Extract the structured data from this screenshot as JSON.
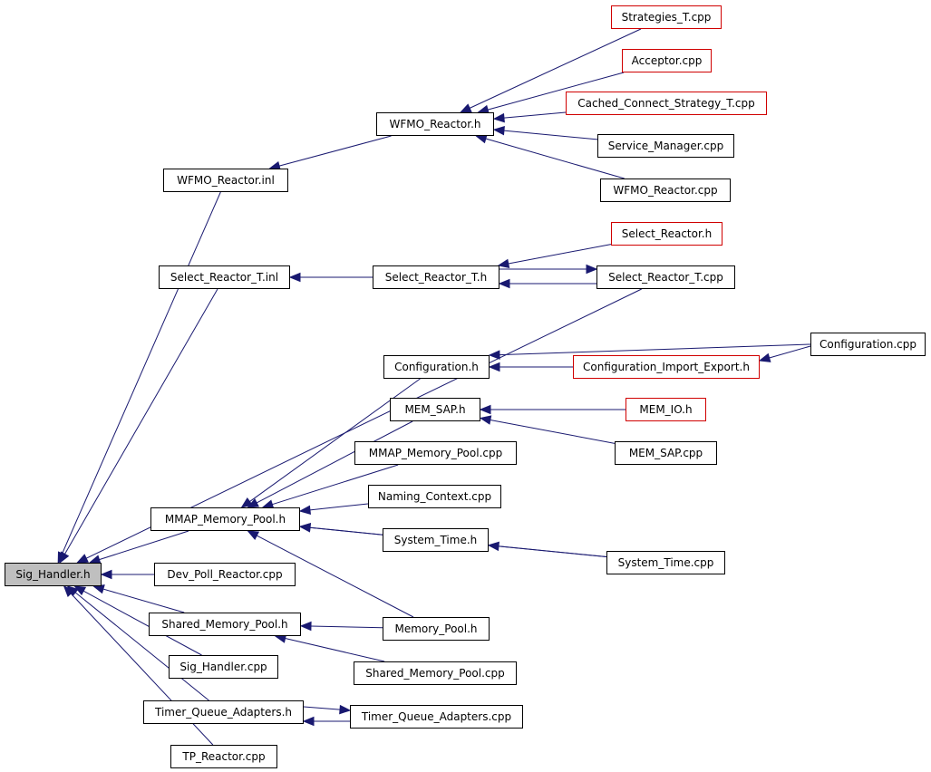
{
  "diagram": {
    "colors": {
      "edge": "#191970",
      "node_border": "#000000",
      "link_border": "#d00000",
      "root_fill": "#bfbfbf"
    },
    "nodes": [
      {
        "id": "sig_handler_h",
        "label": "Sig_Handler.h",
        "style": "root"
      },
      {
        "id": "wfmo_reactor_inl",
        "label": "WFMO_Reactor.inl",
        "style": "normal"
      },
      {
        "id": "wfmo_reactor_h",
        "label": "WFMO_Reactor.h",
        "style": "normal"
      },
      {
        "id": "strategies_t_cpp",
        "label": "Strategies_T.cpp",
        "style": "red"
      },
      {
        "id": "acceptor_cpp",
        "label": "Acceptor.cpp",
        "style": "red"
      },
      {
        "id": "cached_connect_strategy_t_cpp",
        "label": "Cached_Connect_Strategy_T.cpp",
        "style": "red"
      },
      {
        "id": "service_manager_cpp",
        "label": "Service_Manager.cpp",
        "style": "normal"
      },
      {
        "id": "wfmo_reactor_cpp",
        "label": "WFMO_Reactor.cpp",
        "style": "normal"
      },
      {
        "id": "select_reactor_t_inl",
        "label": "Select_Reactor_T.inl",
        "style": "normal"
      },
      {
        "id": "select_reactor_t_h",
        "label": "Select_Reactor_T.h",
        "style": "normal"
      },
      {
        "id": "select_reactor_h",
        "label": "Select_Reactor.h",
        "style": "red"
      },
      {
        "id": "select_reactor_t_cpp",
        "label": "Select_Reactor_T.cpp",
        "style": "normal"
      },
      {
        "id": "configuration_h",
        "label": "Configuration.h",
        "style": "normal"
      },
      {
        "id": "configuration_import_export_h",
        "label": "Configuration_Import_Export.h",
        "style": "red"
      },
      {
        "id": "configuration_cpp",
        "label": "Configuration.cpp",
        "style": "normal"
      },
      {
        "id": "mem_sap_h",
        "label": "MEM_SAP.h",
        "style": "normal"
      },
      {
        "id": "mem_io_h",
        "label": "MEM_IO.h",
        "style": "red"
      },
      {
        "id": "mem_sap_cpp",
        "label": "MEM_SAP.cpp",
        "style": "normal"
      },
      {
        "id": "mmap_memory_pool_cpp",
        "label": "MMAP_Memory_Pool.cpp",
        "style": "normal"
      },
      {
        "id": "naming_context_cpp",
        "label": "Naming_Context.cpp",
        "style": "normal"
      },
      {
        "id": "mmap_memory_pool_h",
        "label": "MMAP_Memory_Pool.h",
        "style": "normal"
      },
      {
        "id": "system_time_h",
        "label": "System_Time.h",
        "style": "normal"
      },
      {
        "id": "system_time_cpp",
        "label": "System_Time.cpp",
        "style": "normal"
      },
      {
        "id": "dev_poll_reactor_cpp",
        "label": "Dev_Poll_Reactor.cpp",
        "style": "normal"
      },
      {
        "id": "shared_memory_pool_h",
        "label": "Shared_Memory_Pool.h",
        "style": "normal"
      },
      {
        "id": "memory_pool_h",
        "label": "Memory_Pool.h",
        "style": "normal"
      },
      {
        "id": "sig_handler_cpp",
        "label": "Sig_Handler.cpp",
        "style": "normal"
      },
      {
        "id": "shared_memory_pool_cpp",
        "label": "Shared_Memory_Pool.cpp",
        "style": "normal"
      },
      {
        "id": "timer_queue_adapters_h",
        "label": "Timer_Queue_Adapters.h",
        "style": "normal"
      },
      {
        "id": "timer_queue_adapters_cpp",
        "label": "Timer_Queue_Adapters.cpp",
        "style": "normal"
      },
      {
        "id": "tp_reactor_cpp",
        "label": "TP_Reactor.cpp",
        "style": "normal"
      }
    ],
    "edges": [
      {
        "from": "wfmo_reactor_inl",
        "to": "sig_handler_h"
      },
      {
        "from": "wfmo_reactor_h",
        "to": "wfmo_reactor_inl"
      },
      {
        "from": "strategies_t_cpp",
        "to": "wfmo_reactor_h"
      },
      {
        "from": "acceptor_cpp",
        "to": "wfmo_reactor_h"
      },
      {
        "from": "cached_connect_strategy_t_cpp",
        "to": "wfmo_reactor_h"
      },
      {
        "from": "service_manager_cpp",
        "to": "wfmo_reactor_h"
      },
      {
        "from": "wfmo_reactor_cpp",
        "to": "wfmo_reactor_h"
      },
      {
        "from": "select_reactor_t_inl",
        "to": "sig_handler_h"
      },
      {
        "from": "select_reactor_t_h",
        "to": "select_reactor_t_inl"
      },
      {
        "from": "select_reactor_h",
        "to": "select_reactor_t_h"
      },
      {
        "from": "select_reactor_t_cpp",
        "to": "select_reactor_t_h"
      },
      {
        "from": "select_reactor_t_h",
        "to": "select_reactor_t_cpp"
      },
      {
        "from": "select_reactor_t_cpp",
        "to": "sig_handler_h"
      },
      {
        "from": "configuration_h",
        "to": "mmap_memory_pool_h"
      },
      {
        "from": "configuration_import_export_h",
        "to": "configuration_h"
      },
      {
        "from": "configuration_cpp",
        "to": "configuration_h"
      },
      {
        "from": "configuration_cpp",
        "to": "configuration_import_export_h"
      },
      {
        "from": "mem_sap_h",
        "to": "mmap_memory_pool_h"
      },
      {
        "from": "mem_io_h",
        "to": "mem_sap_h"
      },
      {
        "from": "mem_sap_cpp",
        "to": "mem_sap_h"
      },
      {
        "from": "mmap_memory_pool_cpp",
        "to": "mmap_memory_pool_h"
      },
      {
        "from": "naming_context_cpp",
        "to": "mmap_memory_pool_h"
      },
      {
        "from": "system_time_h",
        "to": "mmap_memory_pool_h"
      },
      {
        "from": "system_time_cpp",
        "to": "system_time_h"
      },
      {
        "from": "system_time_cpp",
        "to": "mmap_memory_pool_h"
      },
      {
        "from": "memory_pool_h",
        "to": "mmap_memory_pool_h"
      },
      {
        "from": "mmap_memory_pool_h",
        "to": "sig_handler_h"
      },
      {
        "from": "dev_poll_reactor_cpp",
        "to": "sig_handler_h"
      },
      {
        "from": "shared_memory_pool_h",
        "to": "sig_handler_h"
      },
      {
        "from": "memory_pool_h",
        "to": "shared_memory_pool_h"
      },
      {
        "from": "shared_memory_pool_cpp",
        "to": "shared_memory_pool_h"
      },
      {
        "from": "sig_handler_cpp",
        "to": "sig_handler_h"
      },
      {
        "from": "timer_queue_adapters_h",
        "to": "sig_handler_h"
      },
      {
        "from": "timer_queue_adapters_h",
        "to": "timer_queue_adapters_cpp"
      },
      {
        "from": "timer_queue_adapters_cpp",
        "to": "timer_queue_adapters_h"
      },
      {
        "from": "tp_reactor_cpp",
        "to": "sig_handler_h"
      }
    ]
  }
}
